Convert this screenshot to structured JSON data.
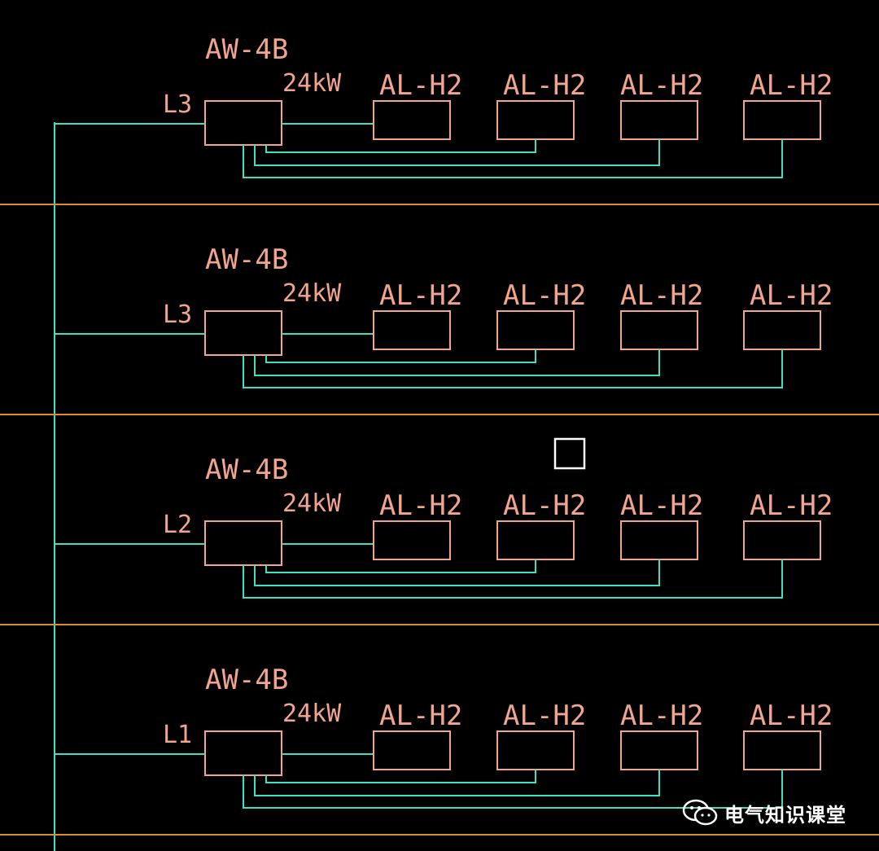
{
  "floors": [
    {
      "level": "L3",
      "panel": "AW-4B",
      "power": "24kW",
      "loads": [
        "AL-H2",
        "AL-H2",
        "AL-H2",
        "AL-H2"
      ]
    },
    {
      "level": "L3",
      "panel": "AW-4B",
      "power": "24kW",
      "loads": [
        "AL-H2",
        "AL-H2",
        "AL-H2",
        "AL-H2"
      ]
    },
    {
      "level": "L2",
      "panel": "AW-4B",
      "power": "24kW",
      "loads": [
        "AL-H2",
        "AL-H2",
        "AL-H2",
        "AL-H2"
      ]
    },
    {
      "level": "L1",
      "panel": "AW-4B",
      "power": "24kW",
      "loads": [
        "AL-H2",
        "AL-H2",
        "AL-H2",
        "AL-H2"
      ]
    }
  ],
  "watermark": {
    "text": "电气知识课堂",
    "icon": "wechat-icon"
  },
  "colors": {
    "background": "#000000",
    "wire": "#3ee0c4",
    "equipment": "#f2a58e",
    "floor_line": "#d98c3a",
    "cursor": "#ffffff"
  }
}
